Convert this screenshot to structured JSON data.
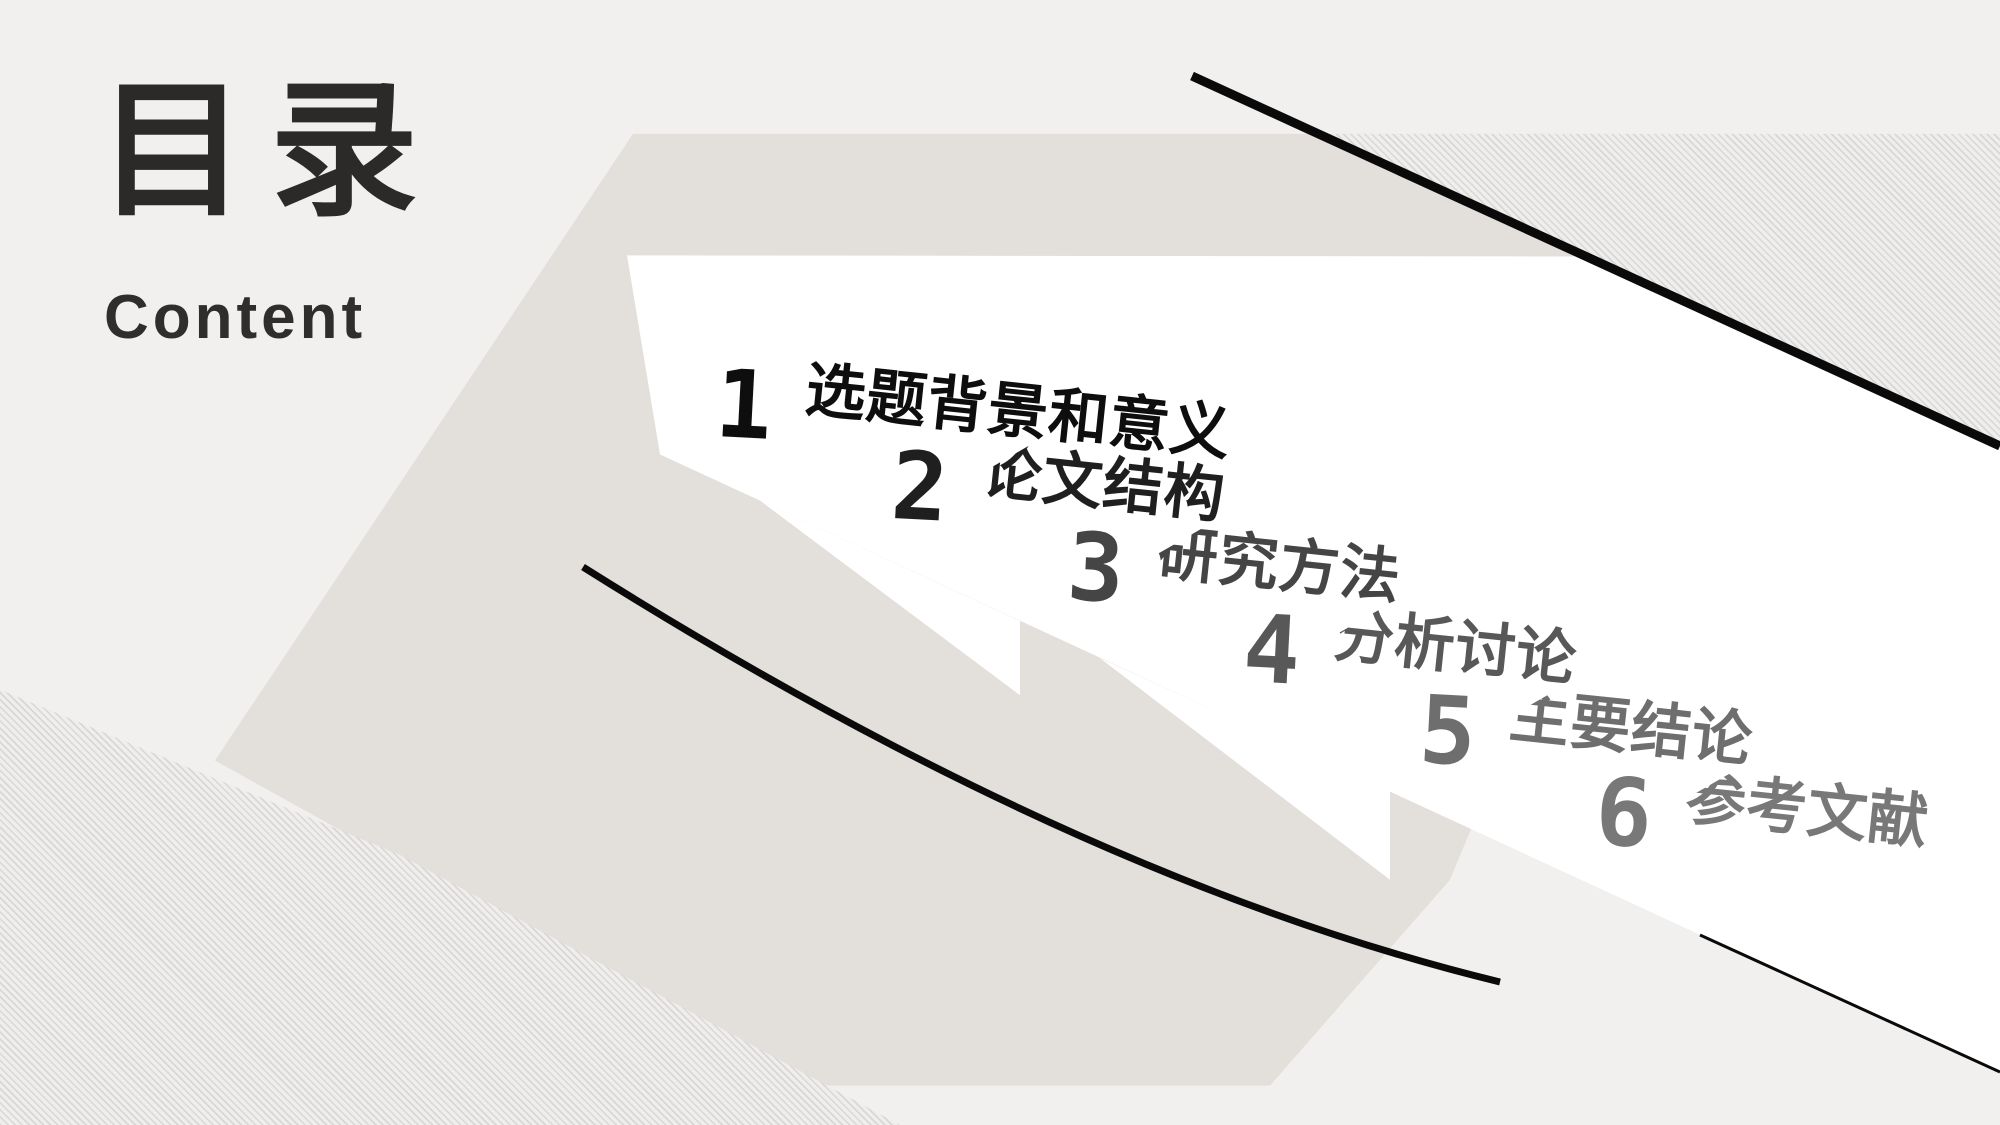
{
  "slide": {
    "title": {
      "cn": "目录",
      "en": "Content"
    },
    "toc": {
      "items": [
        {
          "num": "1",
          "label": "选题背景和意义",
          "color": "#0e0e0e"
        },
        {
          "num": "2",
          "label": "论文结构",
          "color": "#1f1f1f"
        },
        {
          "num": "3",
          "label": "研究方法",
          "color": "#454545"
        },
        {
          "num": "4",
          "label": "分析讨论",
          "color": "#585858"
        },
        {
          "num": "5",
          "label": "主要结论",
          "color": "#6e6e6e"
        },
        {
          "num": "6",
          "label": "参考文献",
          "color": "#787878"
        }
      ]
    },
    "colors": {
      "background": "#f1f0ee",
      "beige_panel": "#e3dfdb",
      "white_band": "#ffffff",
      "hatch_stripe": "#d8d7d6",
      "line_black": "#0a0a0a",
      "title_text": "#2b2a28"
    }
  }
}
